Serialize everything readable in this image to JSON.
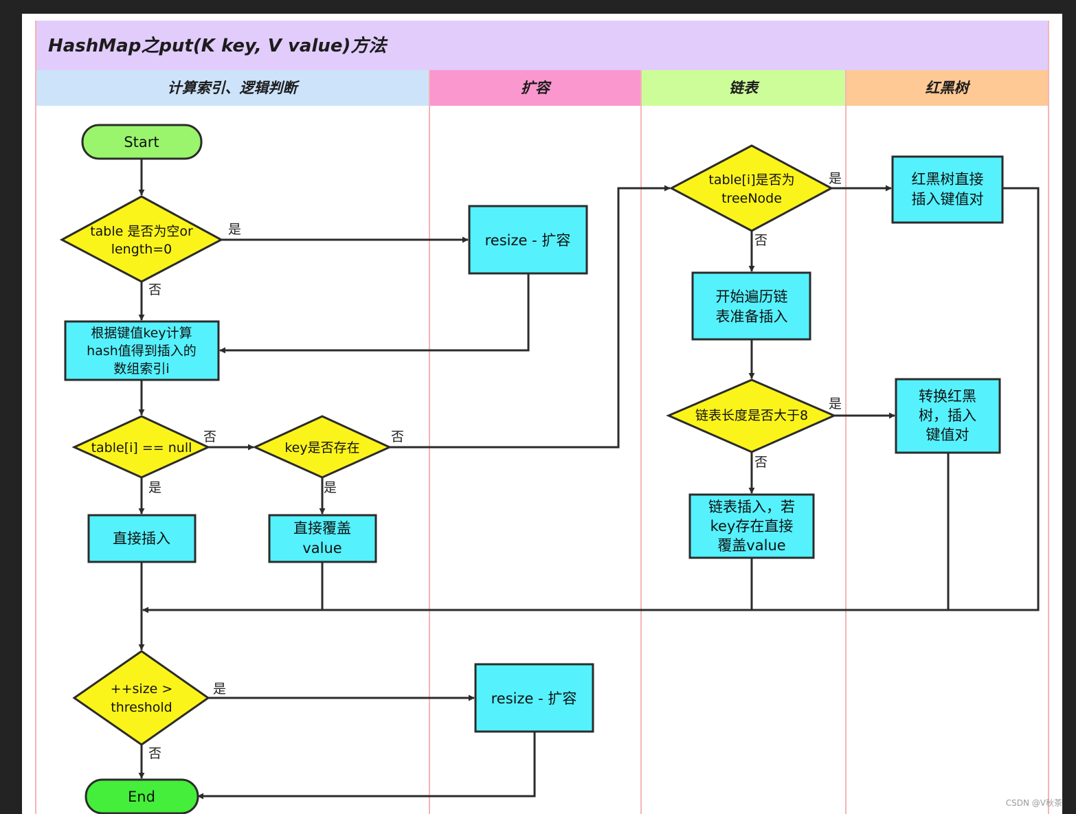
{
  "title": "HashMap之put(K key, V value)方法",
  "lanes": [
    {
      "label": "计算索引、逻辑判断",
      "color": "#cce3fa"
    },
    {
      "label": "扩容",
      "color": "#fb97cf"
    },
    {
      "label": "链表",
      "color": "#cdfd99"
    },
    {
      "label": "红黑树",
      "color": "#fec994"
    }
  ],
  "nodes": {
    "start": "Start",
    "end": "End",
    "table_empty": [
      "table 是否为空or",
      "length=0"
    ],
    "resize_1": "resize - 扩容",
    "calc_index": [
      "根据键值key计算",
      "hash值得到插入的",
      "数组索引i"
    ],
    "table_i_null": "table[i] == null",
    "key_exists": "key是否存在",
    "direct_insert": "直接插入",
    "direct_override": [
      "直接覆盖",
      "value"
    ],
    "is_treenode": [
      "table[i]是否为",
      "treeNode"
    ],
    "rbtree_insert": [
      "红黑树直接",
      "插入键值对"
    ],
    "traverse": [
      "开始遍历链",
      "表准备插入"
    ],
    "len_gt_8": "链表长度是否大于8",
    "convert_rbtree": [
      "转换红黑",
      "树，插入",
      "键值对"
    ],
    "list_insert": [
      "链表插入，若",
      "key存在直接",
      "覆盖value"
    ],
    "size_threshold": [
      "++size >",
      "threshold"
    ],
    "resize_2": "resize - 扩容"
  },
  "edge_labels": {
    "yes": "是",
    "no": "否"
  },
  "colors": {
    "title_bg": "#e2ccfc",
    "start_end": "#9af56c",
    "end": "#44ee3a",
    "decision": "#fbf41b",
    "process": "#55f1fc",
    "lane_divider": "#f5b4b4"
  },
  "watermark": "CSDN @V秋茶"
}
